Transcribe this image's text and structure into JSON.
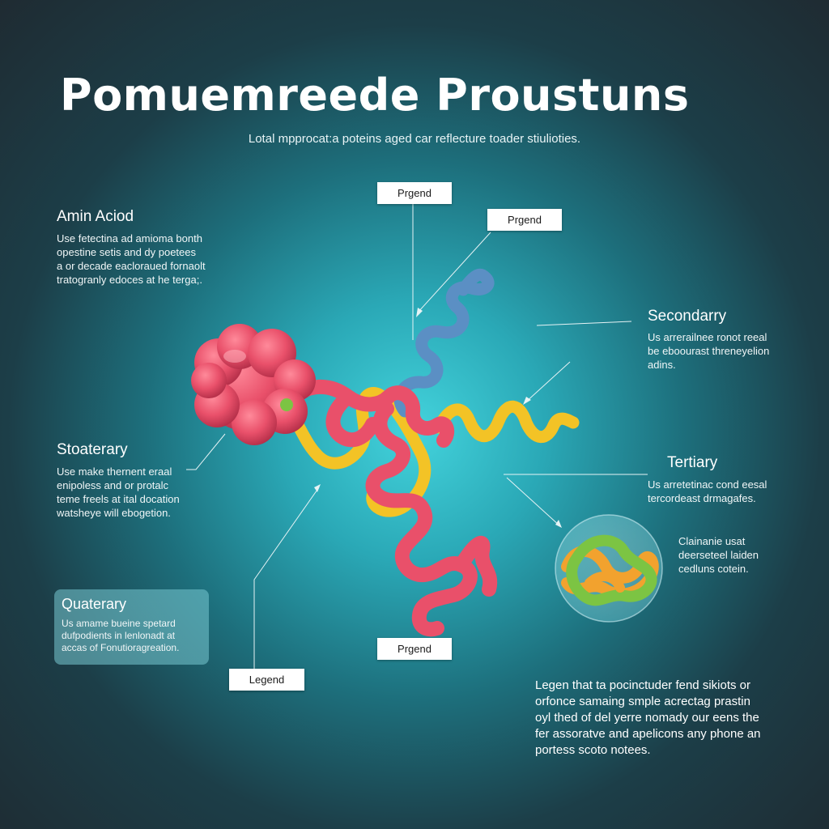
{
  "header": {
    "title": "Pomuemreede Proustuns",
    "subtitle": "Lotal mpprocat:a poteins aged car reflecture toader stiulioties."
  },
  "sections": {
    "amino": {
      "heading": "Amin Aciod",
      "text": "Use fetectina ad amioma bonth\nopestine setis and dy poetees\na or decade eacloraued fornaolt\ntratogranly edoces at he terga;."
    },
    "secondary": {
      "heading": "Secondarry",
      "text": "Us arrerailnee ronot reeal\nbe eboourast threneyelion\nadins."
    },
    "stoaterary": {
      "heading": "Stoaterary",
      "text": "Use make thernent eraal\nenipoless and or protalc\nteme freels at ital docation\nwatsheye will ebogetion."
    },
    "tertiary": {
      "heading": "Tertiary",
      "text": "Us arretetinac cond eesal\ntercordeast drmagafes."
    },
    "quaternary": {
      "heading": "Quaterary",
      "text": "Us amame bueine spetard\ndufpodients in lenlonadt at\naccas of Fonutioragreation."
    },
    "cluster_note": {
      "text": "Clainanie usat\ndeerseteel laiden\ncedluns cotein."
    },
    "legend_note": {
      "text": "Legen that ta pocinctuder fend sikiots or\norfonce samaing smple acrectag prastin\noyl thed of del yerre nomady our eens the\nfer assoratve and apelicons any phone an\nportess scoto notees."
    }
  },
  "labels": {
    "box1": "Prgend",
    "box2": "Prgend",
    "box3": "Prgend",
    "legend": "Legend"
  },
  "colors": {
    "red_chain": "#e9506a",
    "yellow_chain": "#f3c326",
    "blue_chain": "#5b8fc4",
    "green_chain": "#7cc443",
    "orange_chain": "#f2a22e"
  }
}
